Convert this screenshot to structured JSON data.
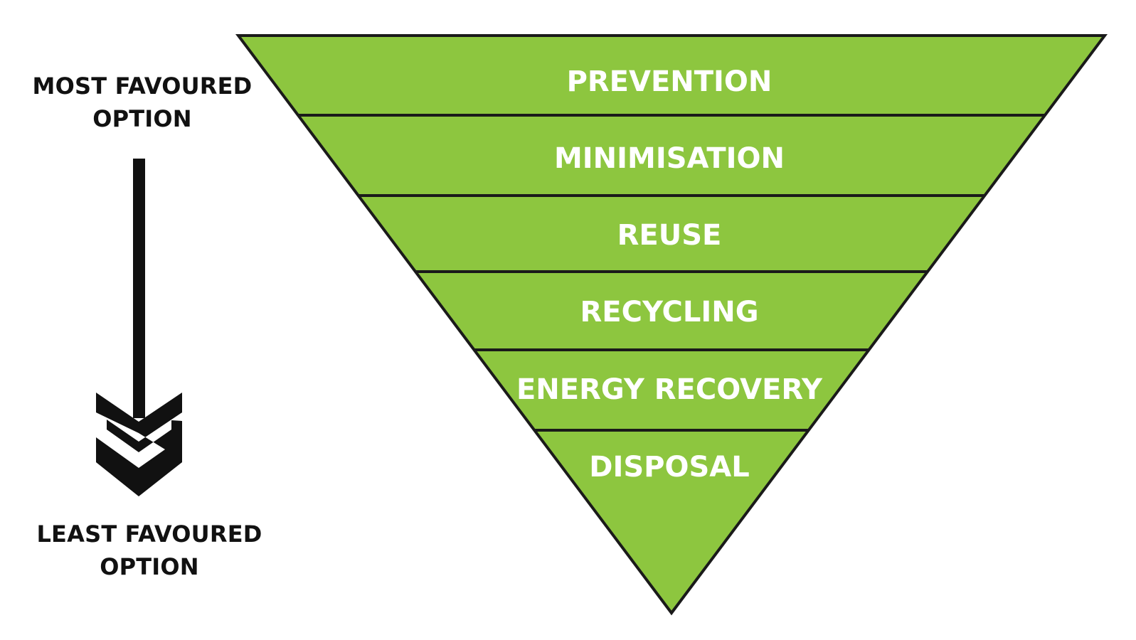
{
  "labels": {
    "top": [
      "MOST FAVOURED",
      "OPTION"
    ],
    "bottom": [
      "LEAST FAVOURED",
      "OPTION"
    ]
  },
  "hierarchy": {
    "tiers": [
      "PREVENTION",
      "MINIMISATION",
      "REUSE",
      "RECYCLING",
      "ENERGY RECOVERY",
      "DISPOSAL"
    ]
  },
  "icons": {
    "arrow": "chevron-down-arrow-icon"
  },
  "colors": {
    "fill": "#8dc63f",
    "stroke": "#1a1a1a",
    "text": "#ffffff",
    "label": "#111111"
  }
}
